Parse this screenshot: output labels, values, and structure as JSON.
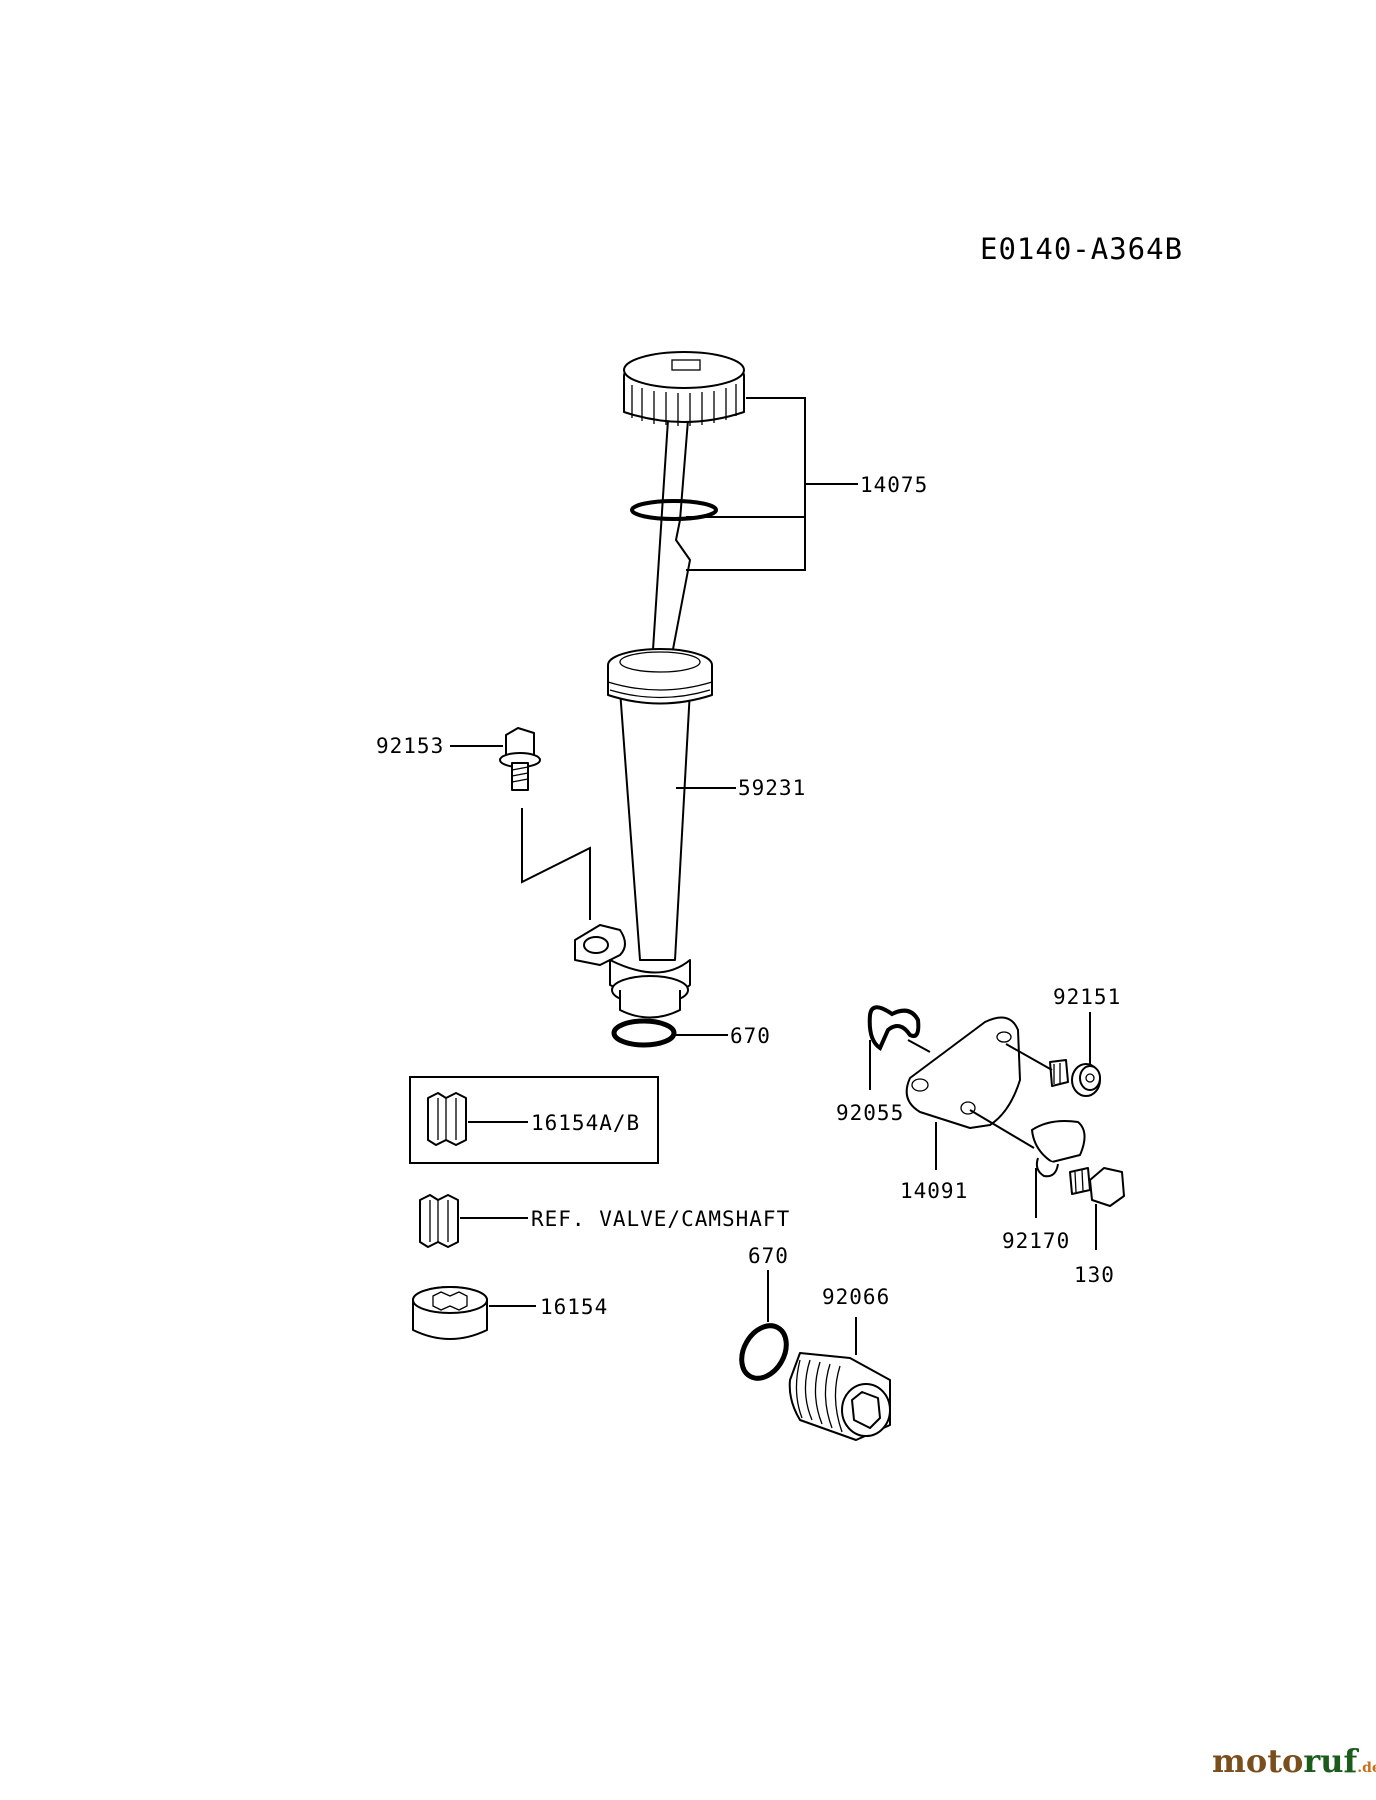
{
  "diagram": {
    "code": "E0140-A364B",
    "parts": {
      "p14075": "14075",
      "p92153": "92153",
      "p59231": "59231",
      "p670_top": "670",
      "p16154AB": "16154A/B",
      "ref_valve": "REF. VALVE/CAMSHAFT",
      "p16154": "16154",
      "p670_bottom": "670",
      "p92066": "92066",
      "p92151": "92151",
      "p92055": "92055",
      "p14091": "14091",
      "p92170": "92170",
      "p130": "130"
    }
  },
  "watermark": {
    "brand": "motoruf",
    "suffix": ".de",
    "colors": {
      "moto": "#7a4f1e",
      "ruf": "#1b5b1b",
      "dot": "#c8701c"
    }
  }
}
